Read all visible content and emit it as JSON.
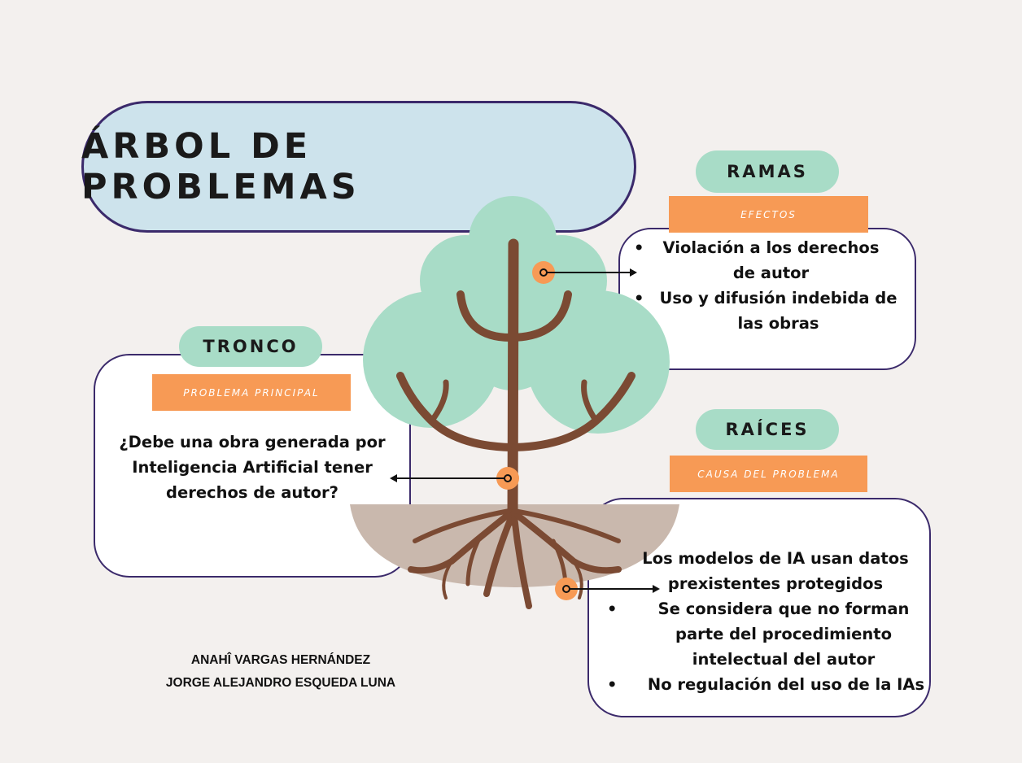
{
  "title": "ÁRBOL DE PROBLEMAS",
  "ramas": {
    "label": "RAMAS",
    "tag": "EFECTOS",
    "items": [
      "Violación a los derechos de autor",
      "Uso y difusión indebida de las obras"
    ]
  },
  "tronco": {
    "label": "TRONCO",
    "tag": "PROBLEMA PRINCIPAL",
    "question": "¿Debe una obra generada por Inteligencia Artificial tener derechos de autor?"
  },
  "raices": {
    "label": "RAÍCES",
    "tag": "CAUSA DEL PROBLEMA",
    "intro": "Los modelos de IA usan datos prexistentes protegidos",
    "items": [
      "Se considera que no forman parte del procedimiento intelectual del autor",
      "No regulación del uso de la IAs"
    ]
  },
  "authors": [
    "ANAHÎ VARGAS HERNÁNDEZ",
    "JORGE ALEJANDRO ESQUEDA LUNA"
  ],
  "colors": {
    "background": "#f3f0ee",
    "title_fill": "#cde3ec",
    "outline": "#3b2a6b",
    "foliage": "#a8dcc7",
    "trunk": "#7b4a33",
    "ground": "#c9b8ad",
    "accent_orange": "#f79a55"
  }
}
